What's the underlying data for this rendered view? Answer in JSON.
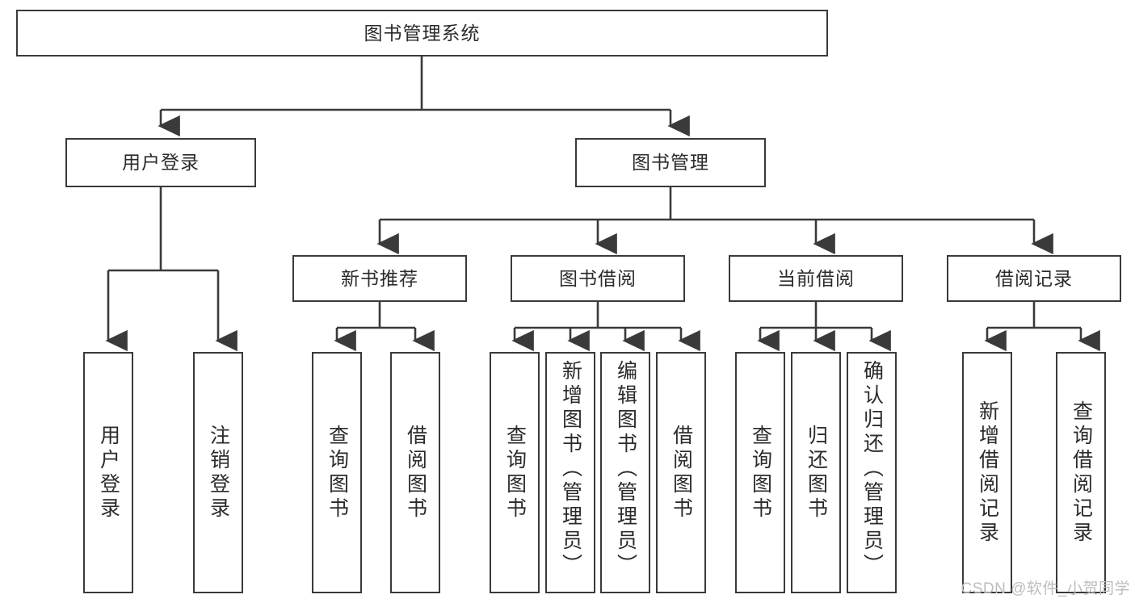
{
  "diagram": {
    "title": "图书管理系统",
    "watermark": "CSDN @软件_小贺同学",
    "stroke_color": "#3a3a3a",
    "background_color": "#ffffff",
    "text_color": "#2b2b2b",
    "root": {
      "label": "图书管理系统"
    },
    "level2": [
      {
        "label": "用户登录"
      },
      {
        "label": "图书管理"
      }
    ],
    "level3": [
      {
        "label": "新书推荐"
      },
      {
        "label": "图书借阅"
      },
      {
        "label": "当前借阅"
      },
      {
        "label": "借阅记录"
      }
    ],
    "leaves": {
      "user_login": [
        {
          "label": "用户登录"
        },
        {
          "label": "注销登录"
        }
      ],
      "new_book": [
        {
          "label": "查询图书"
        },
        {
          "label": "借阅图书"
        }
      ],
      "book_borrow": [
        {
          "label": "查询图书"
        },
        {
          "label": "新增图书（管理员）"
        },
        {
          "label": "编辑图书（管理员）"
        },
        {
          "label": "借阅图书"
        }
      ],
      "current_borrow": [
        {
          "label": "查询图书"
        },
        {
          "label": "归还图书"
        },
        {
          "label": "确认归还（管理员）"
        }
      ],
      "borrow_record": [
        {
          "label": "新增借阅记录"
        },
        {
          "label": "查询借阅记录"
        }
      ]
    }
  }
}
